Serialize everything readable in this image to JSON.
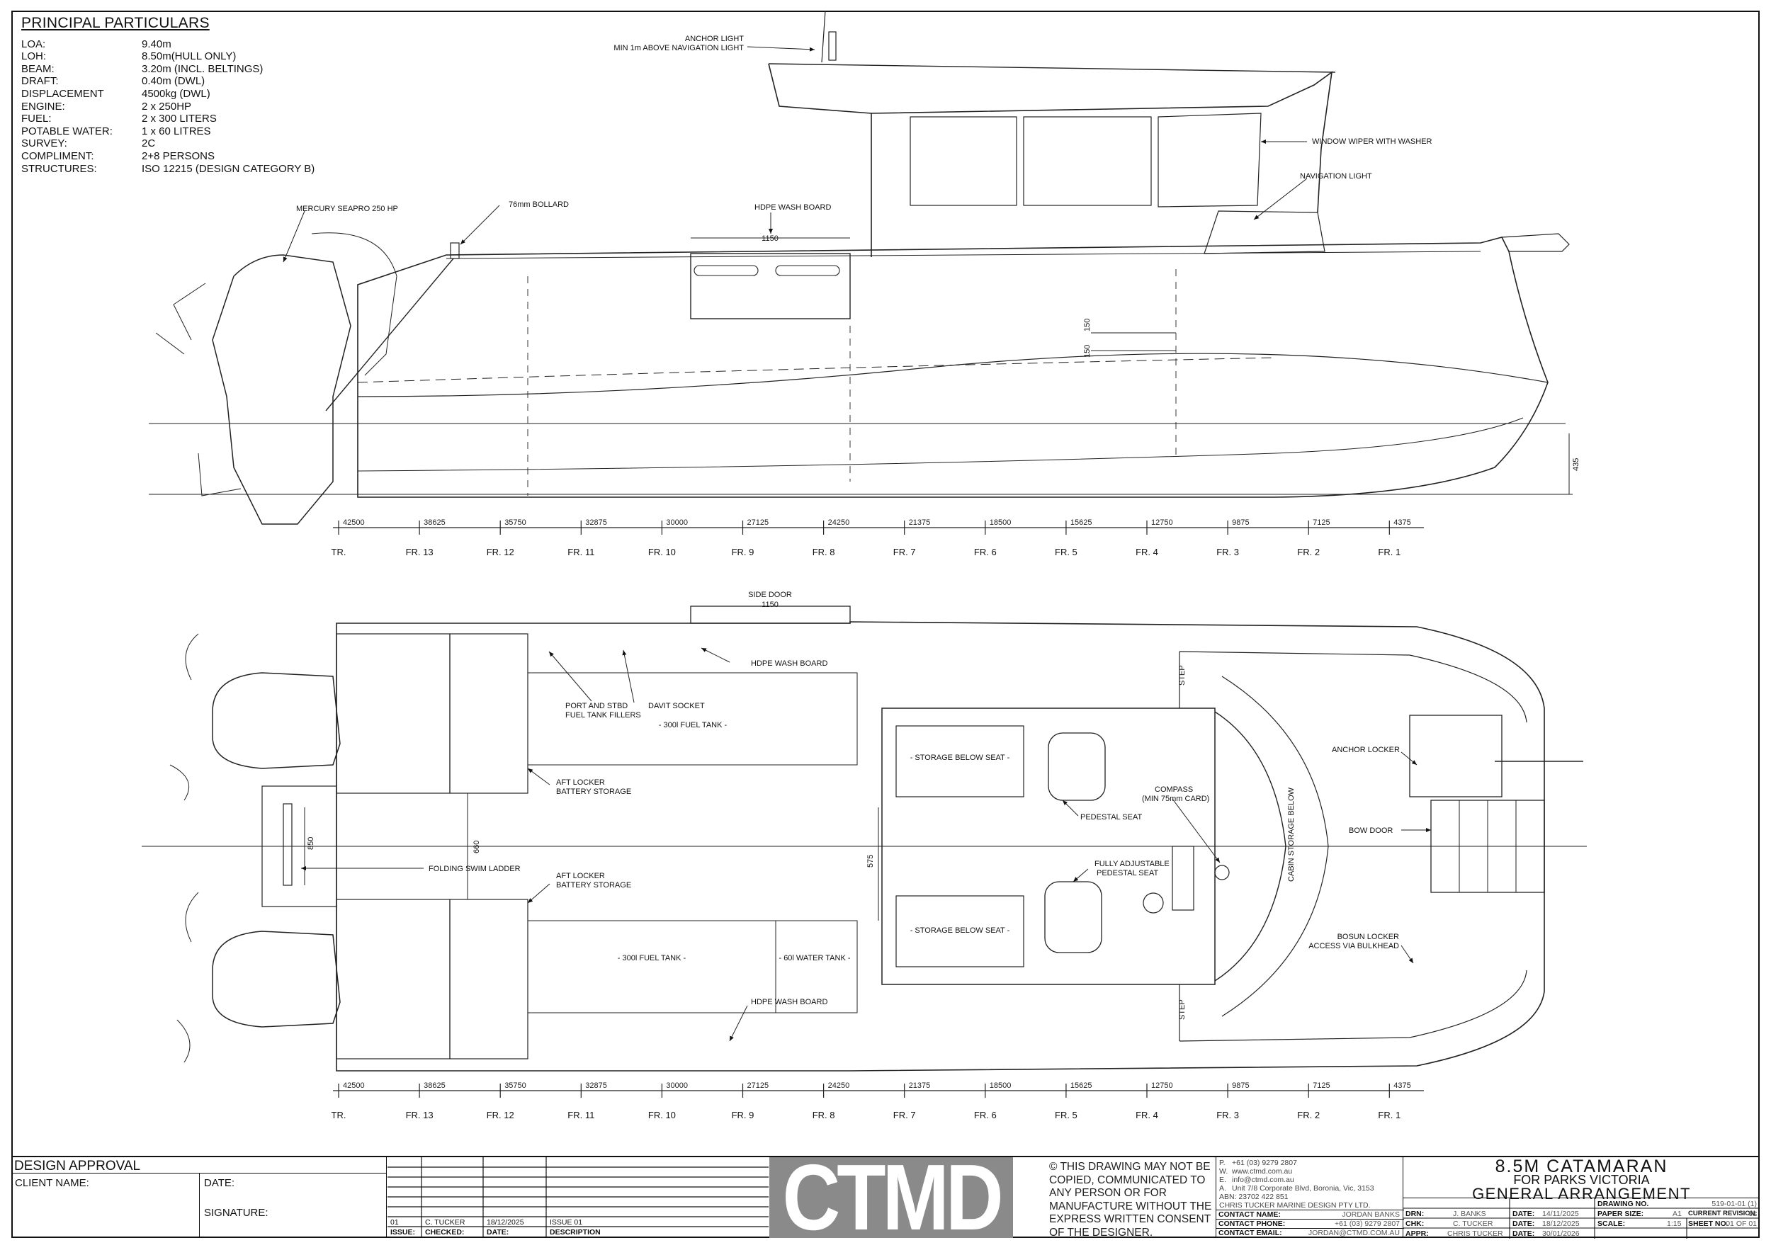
{
  "particulars": {
    "title": "PRINCIPAL PARTICULARS",
    "rows": [
      {
        "label": "LOA:",
        "value": "9.40m"
      },
      {
        "label": "LOH:",
        "value": "8.50m(HULL ONLY)"
      },
      {
        "label": "BEAM:",
        "value": "3.20m (INCL. BELTINGS)"
      },
      {
        "label": "DRAFT:",
        "value": "0.40m (DWL)"
      },
      {
        "label": "DISPLACEMENT",
        "value": "4500kg (DWL)"
      },
      {
        "label": "ENGINE:",
        "value": "2 x 250HP"
      },
      {
        "label": "FUEL:",
        "value": "2 x 300 LITERS"
      },
      {
        "label": "POTABLE WATER:",
        "value": "1 x 60 LITRES"
      },
      {
        "label": "SURVEY:",
        "value": "2C"
      },
      {
        "label": "COMPLIMENT:",
        "value": "2+8 PERSONS"
      },
      {
        "label": "STRUCTURES:",
        "value": "ISO 12215 (DESIGN CATEGORY B)"
      }
    ]
  },
  "side_view": {
    "notes": {
      "anchor_light_1": "ANCHOR LIGHT",
      "anchor_light_2": "MIN 1m ABOVE NAVIGATION LIGHT",
      "window_wiper": "WINDOW WIPER WITH WASHER",
      "navigation_light": "NAVIGATION LIGHT",
      "engine": "MERCURY SEAPRO 250 HP",
      "bollard": "76mm BOLLARD",
      "wash_board": "HDPE WASH BOARD",
      "wash_board_dim": "1150",
      "dim_150a": "150",
      "dim_150b": "150",
      "dim_435": "435"
    }
  },
  "stations": {
    "offsets": [
      "42500",
      "38625",
      "35750",
      "32875",
      "30000",
      "27125",
      "24250",
      "21375",
      "18500",
      "15625",
      "12750",
      "9875",
      "7125",
      "4375"
    ],
    "frames": [
      "TR.",
      "FR. 13",
      "FR. 12",
      "FR. 11",
      "FR. 10",
      "FR. 9",
      "FR. 8",
      "FR. 7",
      "FR. 6",
      "FR. 5",
      "FR. 4",
      "FR. 3",
      "FR. 2",
      "FR. 1"
    ]
  },
  "plan_view": {
    "notes": {
      "side_door_1": "SIDE DOOR",
      "side_door_2": "1150",
      "wash_board_top": "HDPE WASH BOARD",
      "fillers_1": "PORT AND STBD",
      "fillers_2": "FUEL TANK FILLERS",
      "davit": "DAVIT SOCKET",
      "fuel_tank_top": "- 300l FUEL TANK -",
      "aft_locker_top_1": "AFT LOCKER",
      "aft_locker_top_2": "BATTERY STORAGE",
      "storage_top": "- STORAGE BELOW SEAT -",
      "pedestal_seat": "PEDESTAL SEAT",
      "compass_1": "COMPASS",
      "compass_2": "(MIN 75mm CARD)",
      "cabin_storage": "CABIN STORAGE BELOW",
      "anchor_locker": "ANCHOR LOCKER",
      "bow_door": "BOW DOOR",
      "step_top": "STEP",
      "step_bottom": "STEP",
      "dim_850": "850",
      "dim_660": "660",
      "dim_575": "575",
      "swim_ladder": "FOLDING SWIM LADDER",
      "aft_locker_bot_1": "AFT LOCKER",
      "aft_locker_bot_2": "BATTERY STORAGE",
      "adj_seat_1": "FULLY ADJUSTABLE",
      "adj_seat_2": "PEDESTAL SEAT",
      "storage_bot": "- STORAGE BELOW SEAT -",
      "fuel_tank_bot": "- 300l FUEL TANK -",
      "water_tank": "- 60l WATER TANK -",
      "bosun_1": "BOSUN LOCKER",
      "bosun_2": "ACCESS VIA BULKHEAD",
      "wash_board_bot": "HDPE WASH BOARD"
    }
  },
  "title_block": {
    "design_approval": "DESIGN APPROVAL",
    "client_name": "CLIENT NAME:",
    "date": "DATE:",
    "signature": "SIGNATURE:",
    "rev": {
      "issue_no": "01",
      "checked_by": "C. TUCKER",
      "date": "18/12/2025",
      "description": "ISSUE 01"
    },
    "rev_headers": {
      "issue": "ISSUE:",
      "checked": "CHECKED:",
      "date": "DATE:",
      "description": "DESCRIPTION"
    },
    "logo": "CTMD",
    "copyright": "© THIS DRAWING MAY NOT BE COPIED, COMMUNICATED TO ANY PERSON OR FOR MANUFACTURE WITHOUT THE EXPRESS WRITTEN CONSENT OF THE DESIGNER.",
    "contact": {
      "p": "+61 (03) 9279 2807",
      "w": "www.ctmd.com.au",
      "e": "info@ctmd.com.au",
      "a": "Unit 7/8 Corporate Blvd, Boronia, Vic, 3153",
      "abn": "ABN: 23702 422 851",
      "company": "CHRIS TUCKER MARINE DESIGN PTY LTD."
    },
    "contact_rows": [
      {
        "label": "CONTACT NAME:",
        "value": "JORDAN BANKS"
      },
      {
        "label": "CONTACT PHONE:",
        "value": "+61 (03) 9279 2807"
      },
      {
        "label": "CONTACT EMAIL:",
        "value": "JORDAN@CTMD.COM.AU"
      }
    ],
    "title_1": "8.5M CATAMARAN",
    "title_2": "FOR PARKS VICTORIA",
    "title_3": "GENERAL ARRANGEMENT",
    "signoff": [
      {
        "label": "DRN:",
        "name": "J. BANKS",
        "dlabel": "DATE:",
        "date": "14/11/2025"
      },
      {
        "label": "CHK:",
        "name": "C. TUCKER",
        "dlabel": "DATE:",
        "date": "18/12/2025"
      },
      {
        "label": "APPR:",
        "name": "CHRIS TUCKER",
        "dlabel": "DATE:",
        "date": "30/01/2026"
      }
    ],
    "drawing_rows": [
      {
        "label": "DRAWING NO.",
        "value": "519-01-01 (1)"
      },
      {
        "label": "PAPER SIZE:",
        "value": "A1",
        "label2": "CURRENT REVISION:",
        "value2": "01"
      },
      {
        "label": "SCALE:",
        "value": "1:15",
        "label2": "SHEET NO.",
        "value2": "01 OF 01"
      }
    ]
  }
}
